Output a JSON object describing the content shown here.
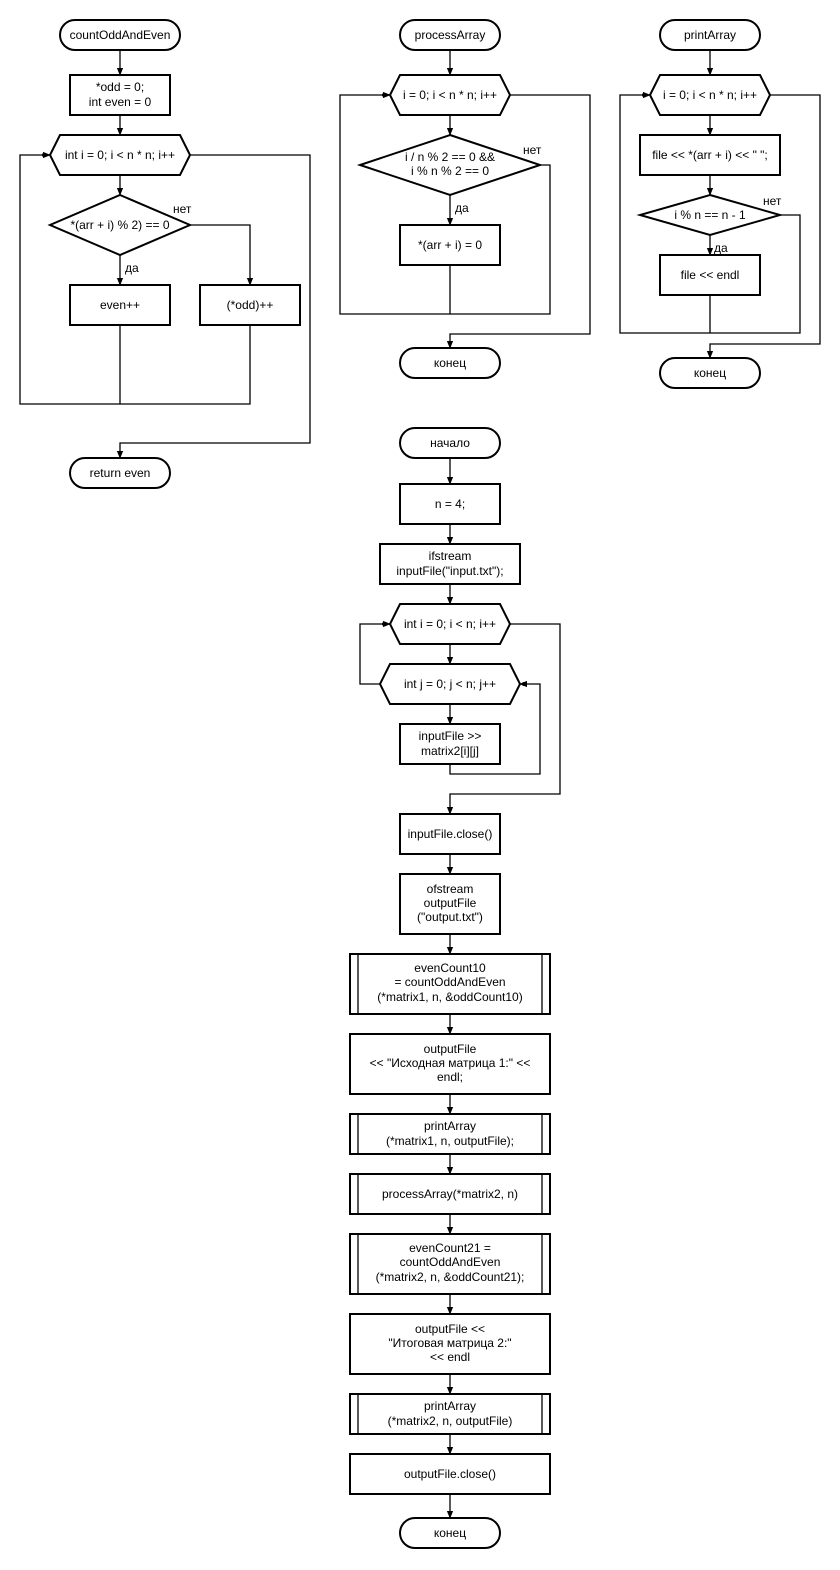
{
  "labels": {
    "yes": "да",
    "no": "нет"
  },
  "count_odd_even": {
    "start": "countOddAndEven",
    "init_lines": [
      "*odd = 0;",
      "int even = 0"
    ],
    "loop": "int i = 0; i < n * n; i++",
    "condition": "*(arr + i) % 2) == 0",
    "even_inc": "even++",
    "odd_inc": "(*odd)++",
    "end": "return even"
  },
  "process_array": {
    "start": "processArray",
    "loop": "i = 0; i < n * n; i++",
    "condition_lines": [
      "i / n % 2 == 0 &&",
      "i % n % 2 == 0"
    ],
    "assign": "*(arr + i) = 0",
    "end": "конец"
  },
  "print_array": {
    "start": "printArray",
    "loop": "i = 0; i < n * n; i++",
    "print": "file << *(arr + i) << \" \";",
    "condition": "i % n == n - 1",
    "endl": "file << endl",
    "end": "конец"
  },
  "main": {
    "start": "начало",
    "n_assign": "n = 4;",
    "ifstream_lines": [
      "ifstream",
      "inputFile(\"input.txt\");"
    ],
    "loop_i": "int i = 0; i < n; i++",
    "loop_j": "int j = 0; j < n; j++",
    "read_lines": [
      "inputFile >>",
      "matrix2[i][j]"
    ],
    "close_input": "inputFile.close()",
    "ofstream_lines": [
      "ofstream",
      "outputFile",
      "(\"output.txt\")"
    ],
    "count10_lines": [
      "evenCount10",
      "= countOddAndEven",
      "(*matrix1, n, &oddCount10)"
    ],
    "out1_lines": [
      "outputFile",
      "<< \"Исходная матрица 1:\" <<",
      "endl;"
    ],
    "print1_lines": [
      "printArray",
      "(*matrix1, n, outputFile);"
    ],
    "process": "processArray(*matrix2, n)",
    "count21_lines": [
      "evenCount21 =",
      "countOddAndEven",
      "(*matrix2, n, &oddCount21);"
    ],
    "out2_lines": [
      "outputFile <<",
      "\"Итоговая матрица 2:\"",
      "<< endl"
    ],
    "print2_lines": [
      "printArray",
      "(*matrix2, n, outputFile)"
    ],
    "close_output": "outputFile.close()",
    "end": "конец"
  }
}
